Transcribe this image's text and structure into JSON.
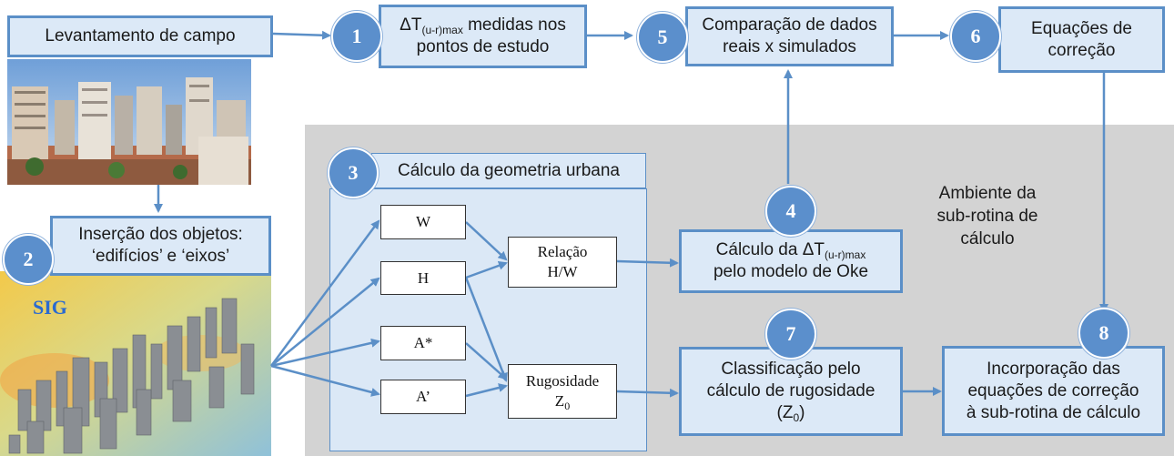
{
  "boxes": {
    "levantamento": "Levantamento de campo",
    "medidas_pre": "ΔT",
    "medidas_sub": "(u-r)max",
    "medidas_post": " medidas nos",
    "medidas_line2": "pontos de estudo",
    "comparacao_line1": "Comparação de  dados",
    "comparacao_line2": "reais x simulados",
    "equacoes_line1": "Equações de",
    "equacoes_line2": "correção",
    "insercao_line1": "Inserção dos objetos:",
    "insercao_line2": "‘edifícios’ e ‘eixos’",
    "geometria": "Cálculo da geometria urbana",
    "calculo_pre": "Cálculo da ΔT",
    "calculo_sub": "(u-r)max",
    "calculo_line2": "pelo modelo de Oke",
    "classificacao_line1": "Classificação pelo",
    "classificacao_line2": "cálculo de rugosidade",
    "classificacao_line3_pre": "(Z",
    "classificacao_line3_sub": "0",
    "classificacao_line3_post": ")",
    "incorporacao_line1": "Incorporação das",
    "incorporacao_line2": "equações de correção",
    "incorporacao_line3": "à sub-rotina de cálculo"
  },
  "variables": {
    "w": "W",
    "h": "H",
    "a_star": "A*",
    "a_prime": "A’",
    "relacao_line1": "Relação",
    "relacao_line2": "H/W",
    "rugosidade_line1": "Rugosidade",
    "rugosidade_z": "Z",
    "rugosidade_sub": "0"
  },
  "steps": [
    "1",
    "2",
    "3",
    "4",
    "5",
    "6",
    "7",
    "8"
  ],
  "ambiente_line1": "Ambiente da",
  "ambiente_line2": "sub-rotina de",
  "ambiente_line3": "cálculo",
  "sig_label": "SIG",
  "colors": {
    "accent": "#5b8fcc",
    "box_fill": "#dce9f7",
    "panel": "#d3d3d3",
    "arrow": "#5b8fc7"
  }
}
